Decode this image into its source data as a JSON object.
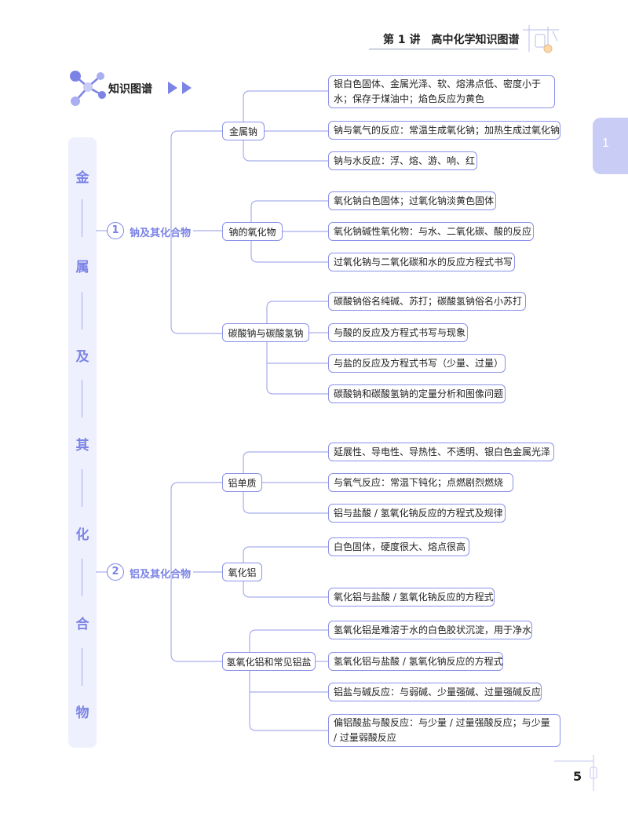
{
  "header": {
    "title": "第 1 讲　高中化学知识图谱"
  },
  "tab": {
    "label": "1"
  },
  "section": {
    "label": "知识图谱"
  },
  "sidebar": {
    "chars": [
      "金",
      "属",
      "及",
      "其",
      "化",
      "合",
      "物"
    ]
  },
  "groups": [
    {
      "number": "1",
      "label": "钠及其化合物",
      "items": [
        {
          "label": "金属钠",
          "details": [
            "银白色固体、金属光泽、软、熔沸点低、密度小于水；保存于煤油中；焰色反应为黄色",
            "钠与氧气的反应：常温生成氧化钠；加热生成过氧化钠",
            "钠与水反应：浮、熔、游、响、红"
          ]
        },
        {
          "label": "钠的氧化物",
          "details": [
            "氧化钠白色固体；过氧化钠淡黄色固体",
            "氧化钠碱性氧化物：与水、二氧化碳、酸的反应",
            "过氧化钠与二氧化碳和水的反应方程式书写"
          ]
        },
        {
          "label": "碳酸钠与碳酸氢钠",
          "details": [
            "碳酸钠俗名纯碱、苏打；碳酸氢钠俗名小苏打",
            "与酸的反应及方程式书写与现象",
            "与盐的反应及方程式书写（少量、过量）",
            "碳酸钠和碳酸氢钠的定量分析和图像问题"
          ]
        }
      ]
    },
    {
      "number": "2",
      "label": "铝及其化合物",
      "items": [
        {
          "label": "铝单质",
          "details": [
            "延展性、导电性、导热性、不透明、银白色金属光泽",
            "与氧气反应：常温下钝化；点燃剧烈燃烧",
            "铝与盐酸 / 氢氧化钠反应的方程式及规律"
          ]
        },
        {
          "label": "氧化铝",
          "details": [
            "白色固体，硬度很大、熔点很高",
            "氧化铝与盐酸 / 氢氧化钠反应的方程式"
          ]
        },
        {
          "label": "氢氧化铝和常见铝盐",
          "details": [
            "氢氧化铝是难溶于水的白色胶状沉淀，用于净水",
            "氢氧化铝与盐酸 / 氢氧化钠反应的方程式",
            "铝盐与碱反应：与弱碱、少量强碱、过量强碱反应",
            "偏铝酸盐与酸反应：与少量 / 过量强酸反应；与少量 / 过量弱酸反应"
          ]
        }
      ]
    }
  ],
  "page_number": "5",
  "colors": {
    "accent": "#7b83e6",
    "border": "#8b92e8",
    "tab": "#c9cdf6",
    "sidebar": "#eef0fd"
  }
}
